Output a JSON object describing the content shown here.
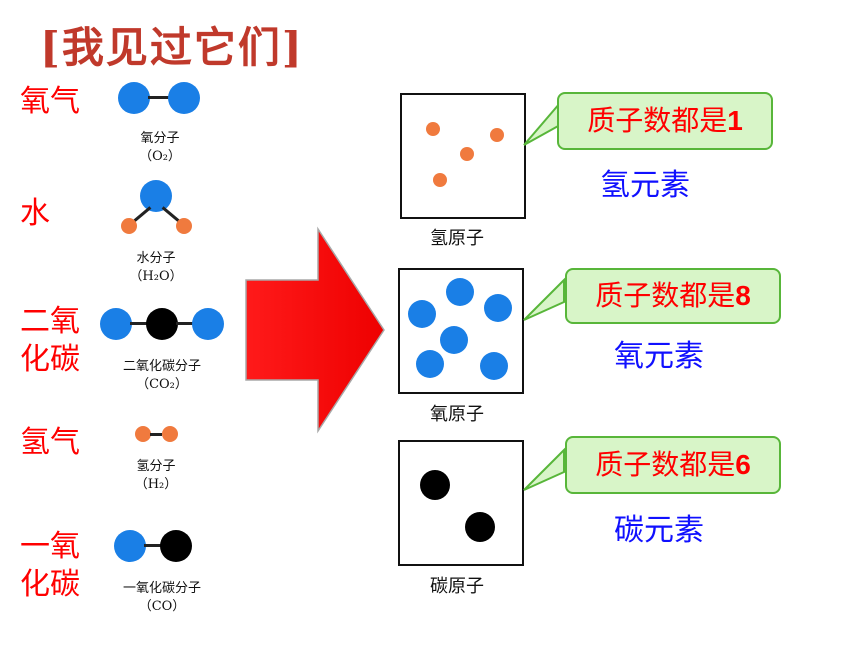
{
  "title": "[我见过它们]",
  "molecules": [
    {
      "label": "氧气",
      "name": "氧分子",
      "formula": "（O₂）"
    },
    {
      "label": "水",
      "name": "水分子",
      "formula": "（H₂O）"
    },
    {
      "label_line1": "二氧",
      "label_line2": "化碳",
      "name": "二氧化碳分子",
      "formula": "（CO₂）"
    },
    {
      "label": "氢气",
      "name": "氢分子",
      "formula": "（H₂）"
    },
    {
      "label_line1": "一氧",
      "label_line2": "化碳",
      "name": "一氧化碳分子",
      "formula": "（CO）"
    }
  ],
  "atom_groups": [
    {
      "caption": "氢原子",
      "callout": "质子数都是",
      "number": "1",
      "element": "氢元素"
    },
    {
      "caption": "氧原子",
      "callout": "质子数都是",
      "number": "8",
      "element": "氧元素"
    },
    {
      "caption": "碳原子",
      "callout": "质子数都是",
      "number": "6",
      "element": "碳元素"
    }
  ],
  "colors": {
    "oxygen": "#1a7fe6",
    "carbon": "#000000",
    "hydrogen": "#f07a3e",
    "arrow": "#ff0000",
    "callout_bg": "#d8f5c8",
    "element_text": "#1010ff"
  }
}
